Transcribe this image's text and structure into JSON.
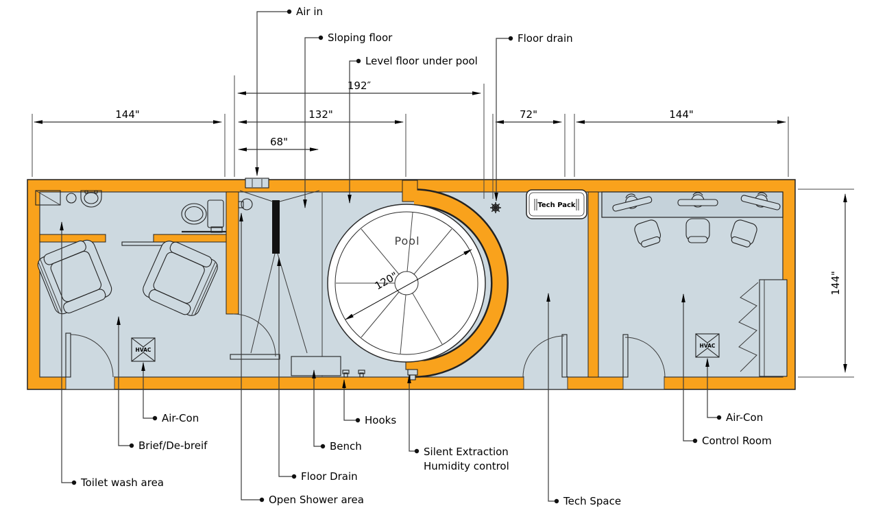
{
  "colors": {
    "wall": "#F9A21C",
    "floor": "#CDD9E0",
    "outline": "#222222",
    "pool_fill": "#FFFFFF"
  },
  "annotations": {
    "air_in": "Air in",
    "sloping_floor": "Sloping floor",
    "level_floor": "Level floor under pool",
    "floor_drain_top": "Floor drain",
    "toilet_wash": "Toilet wash area",
    "brief_debrief": "Brief/De-breif",
    "air_con_left": "Air-Con",
    "open_shower": "Open Shower area",
    "floor_drain": "Floor Drain",
    "bench": "Bench",
    "hooks": "Hooks",
    "silent_extraction_line1": "Silent Extraction",
    "silent_extraction_line2": "Humidity control",
    "tech_space": "Tech Space",
    "air_con_right": "Air-Con",
    "control_room": "Control Room"
  },
  "rooms": {
    "pool": "Pool",
    "tech_pack": "Tech Pack",
    "hvac": "HVAC"
  },
  "dimensions": {
    "left_room": "144\"",
    "corridor": "132\"",
    "shower": "68\"",
    "pool_hall": "192″",
    "tech_space": "72\"",
    "control_room": "144\"",
    "depth": "144\"",
    "pool_diameter": "120\""
  }
}
